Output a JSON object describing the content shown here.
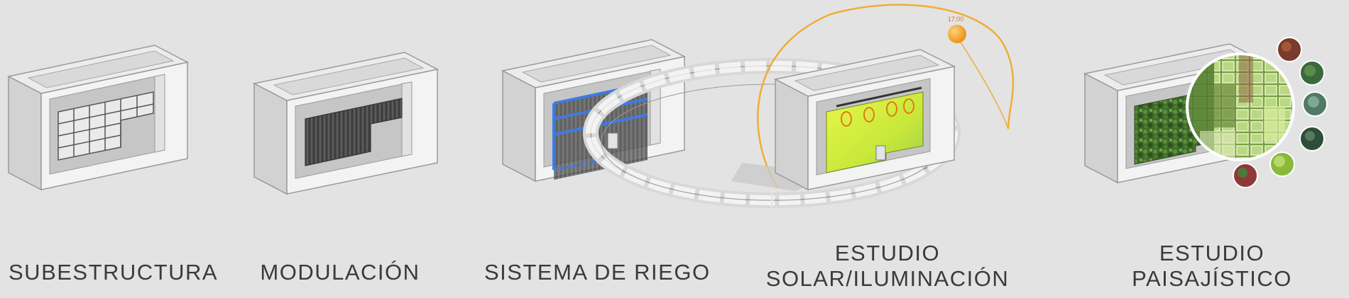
{
  "steps": [
    {
      "lines": [
        "SUBESTRUCTURA"
      ]
    },
    {
      "lines": [
        "MODULACIÓN"
      ]
    },
    {
      "lines": [
        "SISTEMA DE RIEGO"
      ]
    },
    {
      "lines": [
        "ESTUDIO",
        "SOLAR/ILUMINACIÓN"
      ]
    },
    {
      "lines": [
        "ESTUDIO",
        "PAISAJÍSTICO"
      ]
    }
  ],
  "sun_label": "17:00",
  "colors": {
    "background": "#e3e3e4",
    "wall": "#f2f2f2",
    "wall_side": "#cfcfcf",
    "recess": "#c9c9ca",
    "sun": "#f0a320",
    "orbit": "#efad35",
    "irrigation": "#3f7be0",
    "light_study": "#d6f03a"
  }
}
